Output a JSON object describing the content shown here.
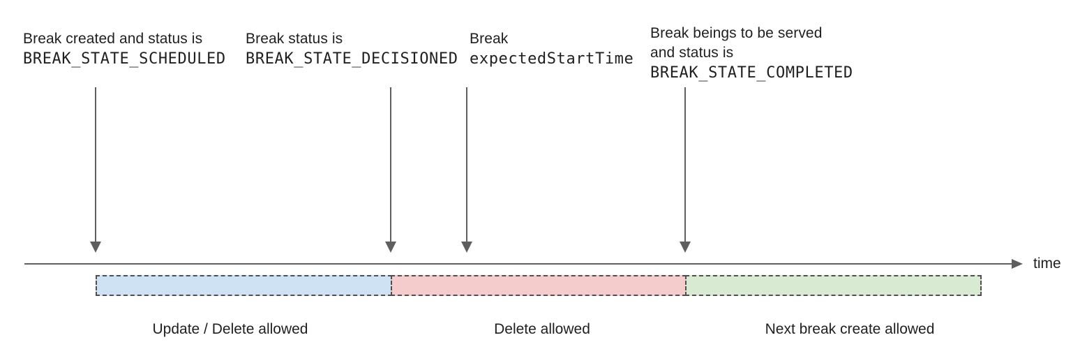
{
  "colors": {
    "text": "#1f1f1f",
    "arrow_gray": "#5f5f5f",
    "segment_border": "#4f4f4f"
  },
  "annotations": [
    {
      "text": "Break created and status is",
      "code": "BREAK_STATE_SCHEDULED"
    },
    {
      "text": "Break status is",
      "code": "BREAK_STATE_DECISIONED"
    },
    {
      "text": "Break",
      "code": "expectedStartTime"
    },
    {
      "text": "Break beings to be served",
      "text2": "and status is",
      "code": "BREAK_STATE_COMPLETED"
    }
  ],
  "timeline": {
    "axis_label": "time"
  },
  "zones": [
    {
      "label": "Update / Delete allowed",
      "color": "#cfe2f3"
    },
    {
      "label": "Delete allowed",
      "color": "#f4cccc"
    },
    {
      "label": "Next break create allowed",
      "color": "#d9ead3"
    }
  ]
}
